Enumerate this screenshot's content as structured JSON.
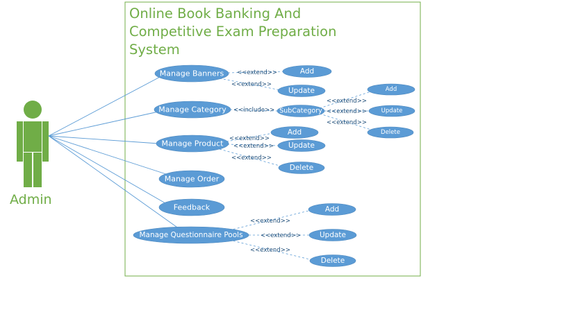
{
  "system": {
    "title_lines": [
      "Online Book Banking And",
      "Competitive Exam Preparation",
      "System"
    ]
  },
  "actor": {
    "label": "Admin",
    "color": "#70ad47"
  },
  "colors": {
    "use_case": "#5b9bd5",
    "boundary": "#70ad47",
    "text": "#1f4e79"
  },
  "use_cases": {
    "manage_banners": "Manage Banners",
    "banners_add": "Add",
    "banners_update": "Update",
    "manage_category": "Manage Category",
    "subcategory": "SubCategory",
    "sub_add": "Add",
    "sub_update": "Update",
    "sub_delete": "Delete",
    "manage_product": "Manage Product",
    "product_add": "Add",
    "product_update": "Update",
    "product_delete": "Delete",
    "manage_order": "Manage Order",
    "feedback": "Feedback",
    "manage_pools": "Manage Questionnaire Pools",
    "pools_add": "Add",
    "pools_update": "Update",
    "pools_delete": "Delete"
  },
  "relations": {
    "extend": "<<extend>>",
    "include": "<<include>>"
  }
}
